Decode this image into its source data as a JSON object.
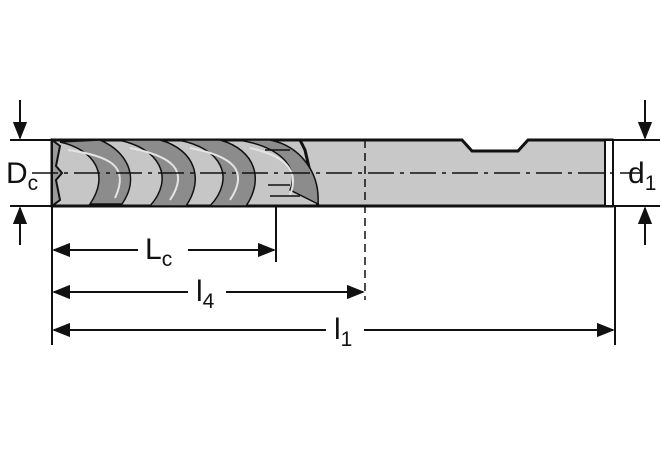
{
  "labels": {
    "cutting_diameter": {
      "main": "D",
      "sub": "c"
    },
    "shank_diameter": {
      "main": "d",
      "sub": "1"
    },
    "cutting_length": {
      "main": "L",
      "sub": "c"
    },
    "length_l4": {
      "main": "l",
      "sub": "4"
    },
    "overall_length": {
      "main": "l",
      "sub": "1"
    }
  },
  "colors": {
    "line": "#111111",
    "shank_fill": "#c8c8c8",
    "flute_fill": "#bdbdbd",
    "flute_dark": "#7a7a7a",
    "background": "#ffffff"
  },
  "icons": [
    "arrow-down-icon",
    "arrow-up-icon",
    "arrow-left-icon",
    "arrow-right-icon"
  ]
}
